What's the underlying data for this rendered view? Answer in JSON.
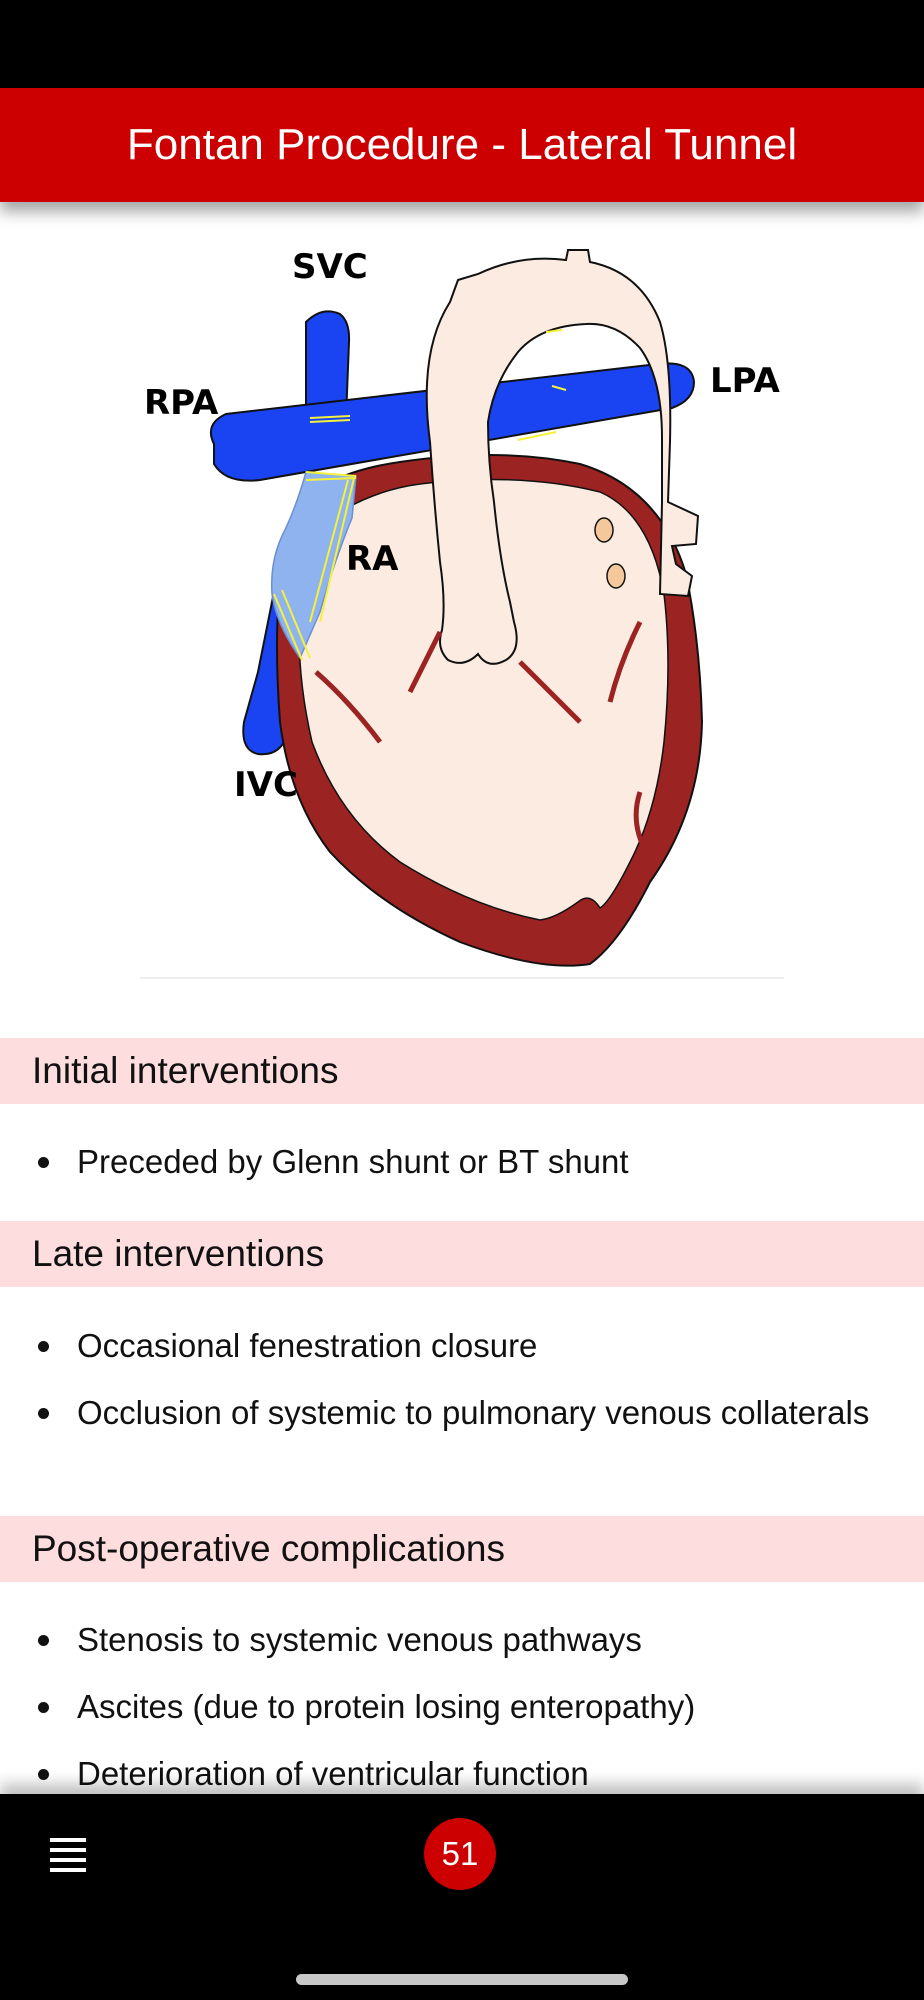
{
  "header": {
    "title": "Fontan Procedure - Lateral Tunnel"
  },
  "diagram": {
    "labels": {
      "svc": "SVC",
      "rpa": "RPA",
      "lpa": "LPA",
      "ra": "RA",
      "ivc": "IVC"
    },
    "colors": {
      "vessel_blue": "#1a44f2",
      "heart_wall": "#9b2423",
      "heart_fill": "#fbebe0",
      "tunnel": "#8fb3ee",
      "suture": "#f4f23a"
    }
  },
  "sections": [
    {
      "title": "Initial interventions",
      "items": [
        "Preceded by Glenn shunt or BT shunt"
      ]
    },
    {
      "title": "Late interventions",
      "items": [
        "Occasional fenestration closure",
        "Occlusion of systemic to pulmonary venous collaterals"
      ]
    },
    {
      "title": "Post-operative complications",
      "items": [
        "Stenosis to systemic venous pathways",
        "Ascites (due to protein losing enteropathy)",
        "Deterioration of ventricular function"
      ]
    }
  ],
  "footer": {
    "page_number": "51",
    "menu_icon": "hamburger-menu-icon"
  },
  "colors": {
    "accent": "#cc0000",
    "section_bg": "#fddddd"
  }
}
